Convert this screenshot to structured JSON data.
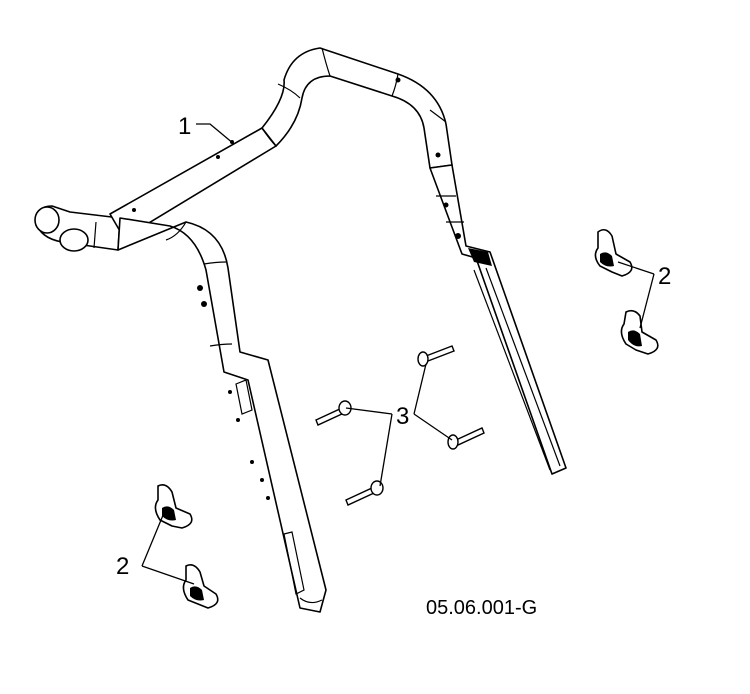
{
  "diagram": {
    "callouts": {
      "handle": "1",
      "knobs_right": "2",
      "knobs_left": "2",
      "bolts": "3"
    },
    "reference_code": "05.06.001-G"
  }
}
